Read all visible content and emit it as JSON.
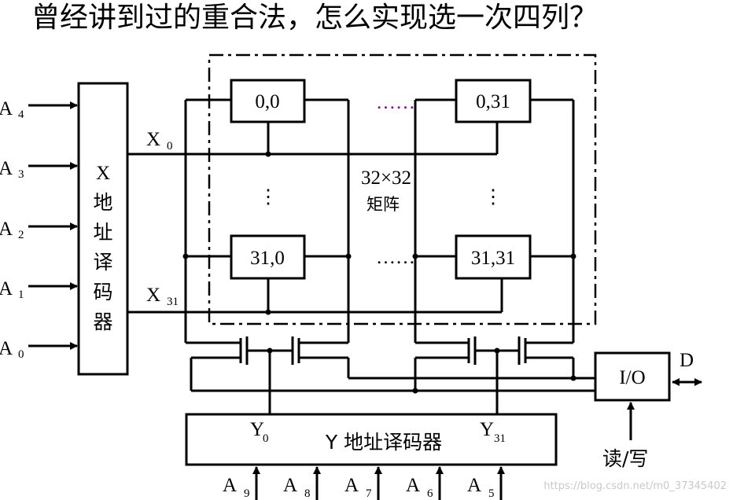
{
  "title": "曾经讲到过的重合法，怎么实现选一次四列？",
  "x_decoder": {
    "label": "X地址译码器",
    "chars": [
      "X",
      "地",
      "址",
      "译",
      "码",
      "器"
    ],
    "inputs": [
      {
        "letter": "A",
        "sub": "4"
      },
      {
        "letter": "A",
        "sub": "3"
      },
      {
        "letter": "A",
        "sub": "2"
      },
      {
        "letter": "A",
        "sub": "1"
      },
      {
        "letter": "A",
        "sub": "0"
      }
    ]
  },
  "rows": {
    "top": {
      "letter": "X",
      "sub": "0"
    },
    "bottom": {
      "letter": "X",
      "sub": "31"
    }
  },
  "cells": {
    "top_left": "0,0",
    "top_right": "0,31",
    "bottom_left": "31,0",
    "bottom_right": "31,31"
  },
  "ellipses": {
    "horizontal": "……",
    "vertical": "⋮"
  },
  "matrix_label": {
    "size": "32×32",
    "name": "矩阵"
  },
  "y_decoder": {
    "label": "Y 地址译码器",
    "outputs": [
      {
        "letter": "Y",
        "sub": "0"
      },
      {
        "letter": "Y",
        "sub": "31"
      }
    ],
    "inputs": [
      {
        "letter": "A",
        "sub": "9"
      },
      {
        "letter": "A",
        "sub": "8"
      },
      {
        "letter": "A",
        "sub": "7"
      },
      {
        "letter": "A",
        "sub": "6"
      },
      {
        "letter": "A",
        "sub": "5"
      }
    ]
  },
  "io": {
    "label": "I/O",
    "data_label": "D",
    "rw_label": "读/写"
  },
  "watermark": "https://blog.csdn.net/m0_37345402",
  "colors": {
    "line": "#000000",
    "dots_accent": "#8b008b",
    "watermark": "#c9c9c9"
  }
}
